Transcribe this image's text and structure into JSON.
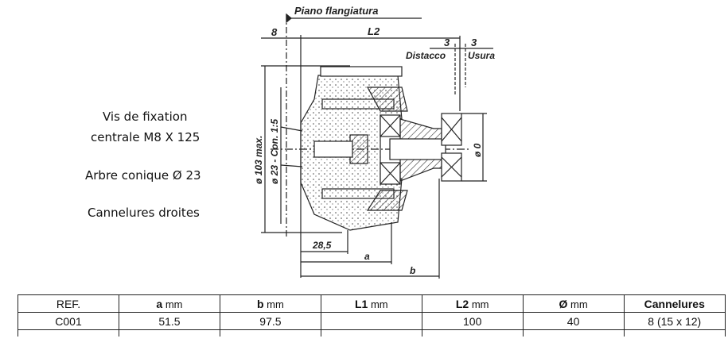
{
  "notes": {
    "line1": "Vis de fixation",
    "line2": "centrale M8 X 125",
    "line3": "Arbre conique Ø 23",
    "line4": "Cannelures droites"
  },
  "drawing": {
    "flange_plane": "Piano flangiatura",
    "dim_8": "8",
    "dim_L2": "L2",
    "dim_3a": "3",
    "dim_3b": "3",
    "distacco": "Distacco",
    "usura": "Usura",
    "dia_103": "ø 103 max.",
    "dia_23": "ø 23 - Con. 1:5",
    "dia_0": "ø 0",
    "dim_285": "28,5",
    "dim_a": "a",
    "dim_b": "b"
  },
  "table": {
    "headers": [
      {
        "bold": "REF.",
        "unit": ""
      },
      {
        "bold": "a",
        "unit": " mm"
      },
      {
        "bold": "b",
        "unit": " mm"
      },
      {
        "bold": "L1",
        "unit": " mm"
      },
      {
        "bold": "L2",
        "unit": " mm"
      },
      {
        "bold": "Ø",
        "unit": " mm"
      },
      {
        "bold": "Cannelures",
        "unit": ""
      }
    ],
    "rows": [
      [
        "C001",
        "51.5",
        "97.5",
        "",
        "100",
        "40",
        "8  (15 x 12)"
      ]
    ]
  }
}
